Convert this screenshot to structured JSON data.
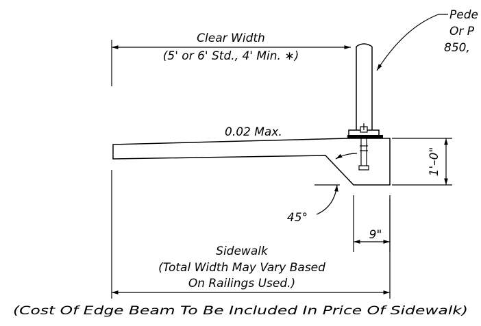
{
  "labels": {
    "clear_width": "Clear Width",
    "clear_width_note": "(5' or 6' Std., 4' Min. ∗)",
    "slope": "0.02 Max.",
    "height": "1'–0\"",
    "angle": "45°",
    "offset": "9\"",
    "sidewalk": "Sidewalk",
    "sidewalk_note_1": "(Total Width May Vary Based",
    "sidewalk_note_2": "On Railings Used.)",
    "cost_note": "(Cost Of Edge Beam  To Be Included In Price Of Sidewalk)",
    "callout_1": "Pede",
    "callout_2": "Or P",
    "callout_3": "850,"
  }
}
